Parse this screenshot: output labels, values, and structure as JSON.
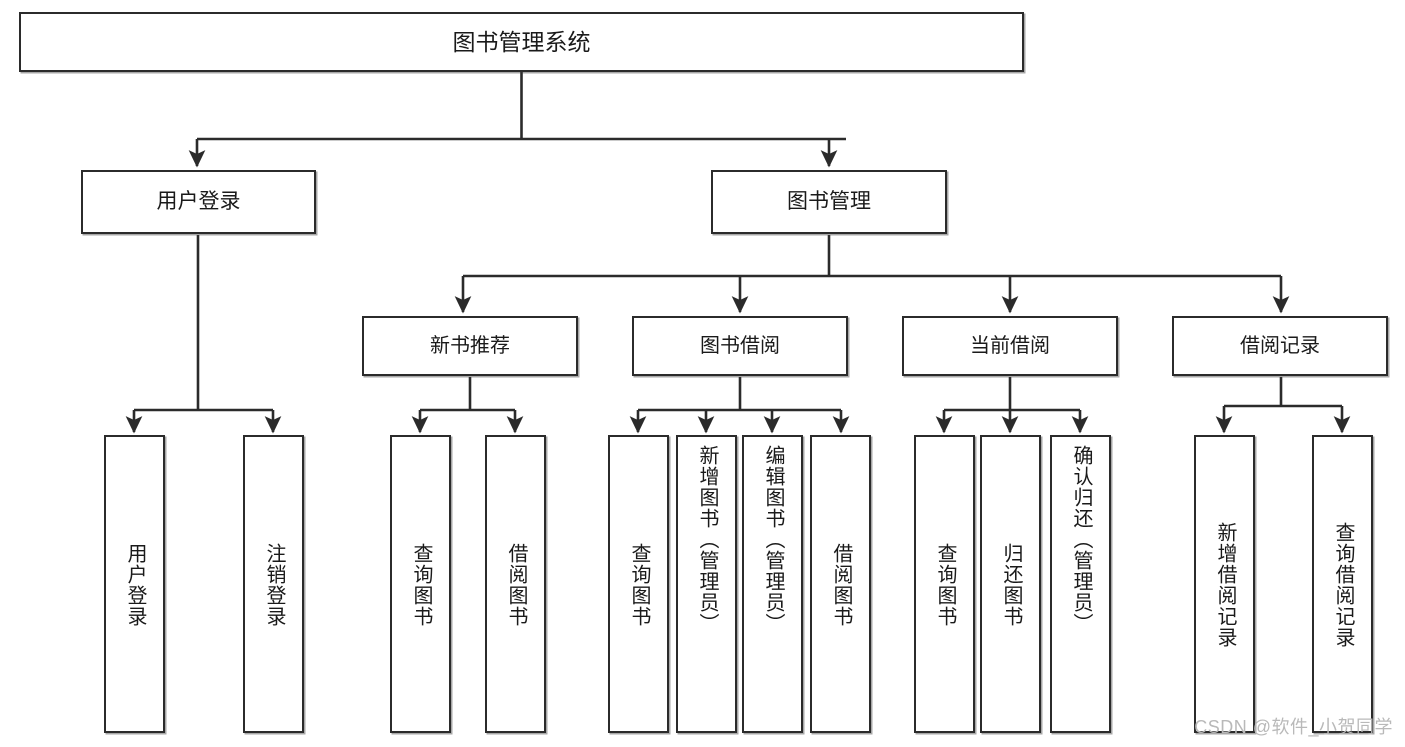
{
  "diagram": {
    "title": "图书管理系统",
    "type": "hierarchy-tree",
    "watermark": "CSDN @软件_小贺同学",
    "colors": {
      "box_border": "#2b2b2b",
      "box_fill": "#ffffff",
      "edge": "#2b2b2b",
      "text": "#1a1a1a",
      "watermark": "#b9b9b9"
    },
    "nodes": {
      "root": {
        "label": "图书管理系统"
      },
      "level2": [
        {
          "id": "user-login",
          "label": "用户登录"
        },
        {
          "id": "book-manage",
          "label": "图书管理"
        }
      ],
      "level3": [
        {
          "id": "new-book-recommend",
          "label": "新书推荐"
        },
        {
          "id": "book-borrow",
          "label": "图书借阅"
        },
        {
          "id": "current-borrow",
          "label": "当前借阅"
        },
        {
          "id": "borrow-record",
          "label": "借阅记录"
        }
      ],
      "leaves": {
        "user_login": [
          {
            "id": "leaf-user-login",
            "label": "用户登录"
          },
          {
            "id": "leaf-logout",
            "label": "注销登录"
          }
        ],
        "new_book_recommend": [
          {
            "id": "leaf-query-book-1",
            "label": "查询图书"
          },
          {
            "id": "leaf-borrow-book-1",
            "label": "借阅图书"
          }
        ],
        "book_borrow": [
          {
            "id": "leaf-query-book-2",
            "label": "查询图书"
          },
          {
            "id": "leaf-add-book",
            "label": "新增图书（管理员）"
          },
          {
            "id": "leaf-edit-book",
            "label": "编辑图书（管理员）"
          },
          {
            "id": "leaf-borrow-book-2",
            "label": "借阅图书"
          }
        ],
        "current_borrow": [
          {
            "id": "leaf-query-book-3",
            "label": "查询图书"
          },
          {
            "id": "leaf-return-book",
            "label": "归还图书"
          },
          {
            "id": "leaf-confirm-return",
            "label": "确认归还（管理员）"
          }
        ],
        "borrow_record": [
          {
            "id": "leaf-add-record",
            "label": "新增借阅记录"
          },
          {
            "id": "leaf-query-record",
            "label": "查询借阅记录"
          }
        ]
      }
    }
  }
}
